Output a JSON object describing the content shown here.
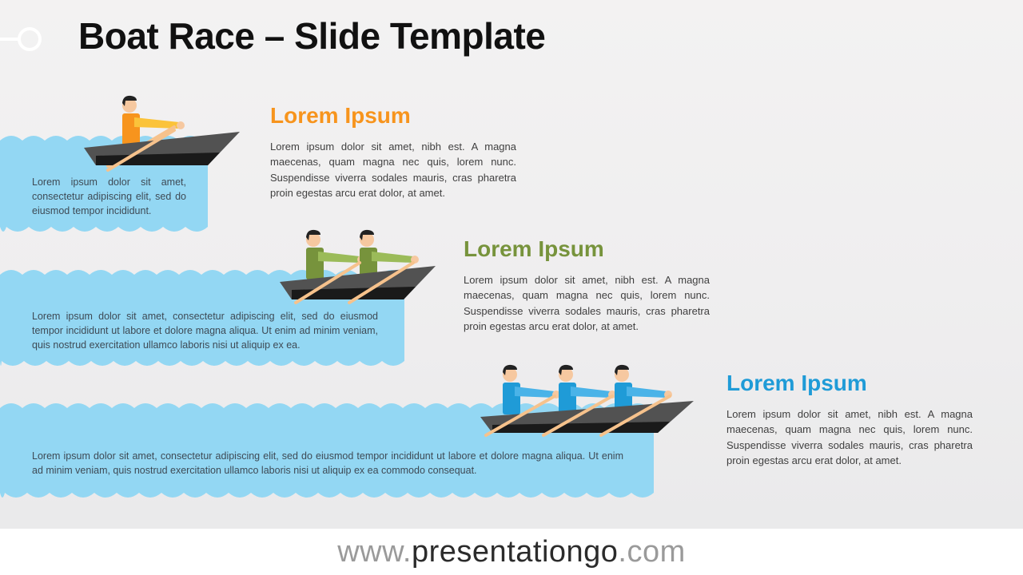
{
  "title": "Boat Race – Slide Template",
  "colors": {
    "orange": "#f7941d",
    "green": "#77933c",
    "blue": "#1f9bd7",
    "water": "#93d7f3",
    "boat": "#4d4d4d"
  },
  "rows": [
    {
      "heading": "Lorem Ipsum",
      "description": "Lorem ipsum dolor sit amet, nibh est. A magna maecenas, quam magna nec quis, lorem nunc. Suspendisse viverra sodales mauris, cras pharetra proin egestas arcu erat dolor, at amet.",
      "wave_text": "Lorem ipsum dolor sit amet, consectetur adipiscing elit, sed do eiusmod tempor incididunt.",
      "rowers": 1
    },
    {
      "heading": "Lorem Ipsum",
      "description": "Lorem ipsum dolor sit amet, nibh est. A magna maecenas, quam magna nec quis, lorem nunc. Suspendisse viverra sodales mauris, cras pharetra proin egestas arcu erat dolor, at amet.",
      "wave_text": "Lorem ipsum dolor sit amet, consectetur adipiscing elit, sed do eiusmod tempor incididunt ut labore et dolore magna aliqua. Ut enim ad minim veniam, quis nostrud exercitation ullamco laboris nisi ut aliquip ex ea.",
      "rowers": 2
    },
    {
      "heading": "Lorem Ipsum",
      "description": "Lorem ipsum dolor sit amet, nibh est. A magna maecenas, quam magna nec quis, lorem nunc. Suspendisse viverra sodales mauris, cras pharetra proin egestas arcu erat dolor, at amet.",
      "wave_text": "Lorem ipsum dolor sit amet, consectetur adipiscing elit, sed do eiusmod tempor incididunt ut labore et dolore magna aliqua. Ut enim ad minim veniam, quis nostrud exercitation ullamco laboris nisi ut aliquip ex ea commodo consequat.",
      "rowers": 3
    }
  ],
  "footer": {
    "prefix": "www.",
    "brand": "presentationgo",
    "suffix": ".com"
  }
}
